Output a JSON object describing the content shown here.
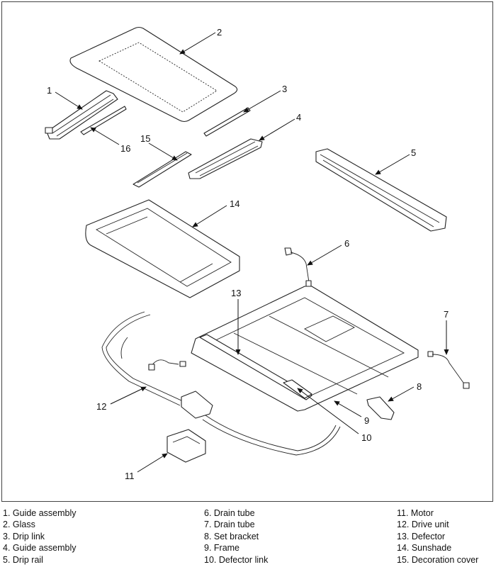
{
  "callouts": [
    "1",
    "2",
    "3",
    "4",
    "5",
    "6",
    "7",
    "8",
    "9",
    "10",
    "11",
    "12",
    "13",
    "14",
    "15",
    "16"
  ],
  "legend": {
    "col1": [
      "1. Guide assembly",
      "2. Glass",
      "3. Drip link",
      "4. Guide assembly",
      "5. Drip rail"
    ],
    "col2": [
      "6. Drain tube",
      "7. Drain tube",
      "8. Set bracket",
      "9. Frame",
      "10. Defector link"
    ],
    "col3": [
      "11. Motor",
      "12. Drive unit",
      "13. Defector",
      "14. Sunshade",
      "15. Decoration cover"
    ]
  }
}
